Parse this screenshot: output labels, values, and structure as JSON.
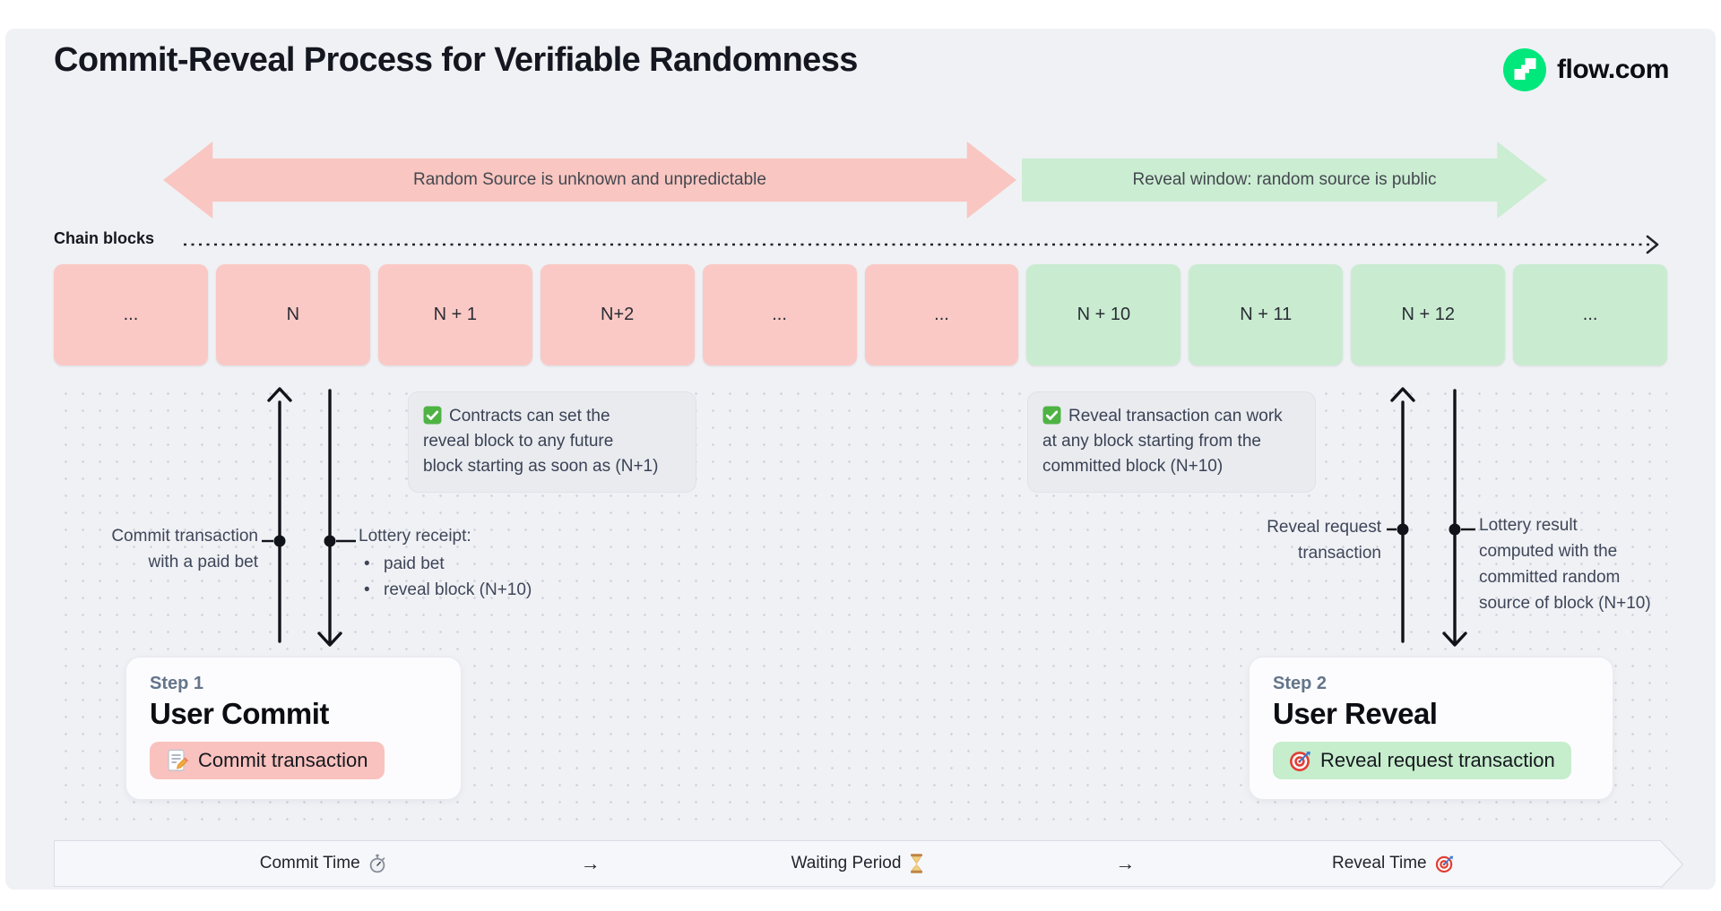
{
  "header": {
    "title": "Commit-Reveal Process for Verifiable Randomness",
    "brand": "flow.com"
  },
  "banners": {
    "unknown_label": "Random Source is unknown and unpredictable",
    "reveal_label": "Reveal window: random source is public"
  },
  "chain": {
    "label": "Chain blocks",
    "blocks": [
      "...",
      "N",
      "N + 1",
      "N+2",
      "...",
      "...",
      "N + 10",
      "N + 11",
      "N + 12",
      "..."
    ]
  },
  "notes": {
    "left": {
      "lines": [
        "Contracts can set the",
        "reveal block to any future",
        "block starting as soon as (N+1)"
      ]
    },
    "right": {
      "lines": [
        "Reveal transaction can work",
        "at any block starting from the",
        "committed block (N+10)"
      ]
    }
  },
  "commit_flow": {
    "transaction_lines": [
      "Commit transaction",
      "with a paid bet"
    ],
    "receipt_title": "Lottery receipt:",
    "receipt_items": [
      "paid bet",
      "reveal block (N+10)"
    ]
  },
  "reveal_flow": {
    "request_lines": [
      "Reveal request",
      "transaction"
    ],
    "result_lines": [
      "Lottery result",
      "computed with the",
      "committed random",
      "source of block (N+10)"
    ]
  },
  "steps": [
    {
      "kicker": "Step 1",
      "title": "User Commit",
      "action": "Commit transaction"
    },
    {
      "kicker": "Step 2",
      "title": "User Reveal",
      "action": "Reveal request transaction"
    }
  ],
  "timeline": {
    "commit": "Commit Time",
    "waiting": "Waiting Period",
    "reveal": "Reveal Time",
    "separator": "→"
  },
  "icons": {
    "logo": "flow-logo",
    "note_check": "green check ✅",
    "commit_action": "memo 📝",
    "reveal_action": "target 🎯",
    "commit_time": "stopwatch ⏱",
    "waiting_period": "hourglass ⏳",
    "reveal_time": "target 🎯"
  },
  "colors": {
    "background": "#f0f1f5",
    "pink": "#f9c6c1",
    "green": "#cbedd2",
    "flow_green": "#00e87c",
    "note_bg": "#e9ebef",
    "ink": "#15181f",
    "slate": "#3e4658"
  }
}
